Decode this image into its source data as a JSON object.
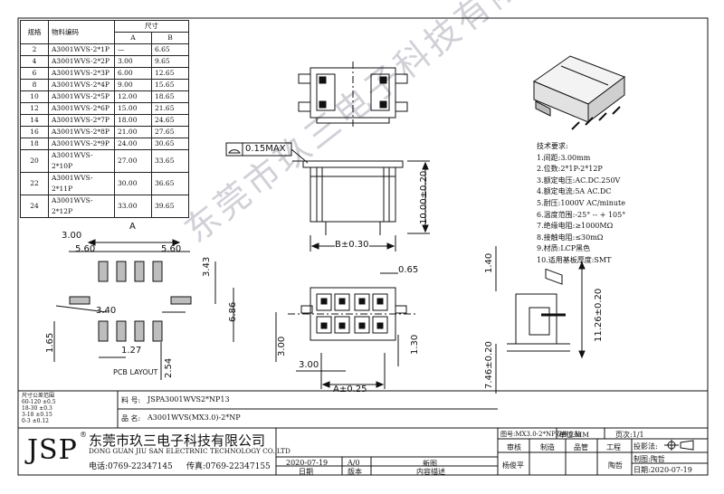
{
  "spec_table": {
    "header": {
      "col1": "规格",
      "col2": "物料编码",
      "col3": "尺寸",
      "dimA": "A",
      "dimB": "B"
    },
    "rows": [
      {
        "spec": "2",
        "code": "A3001WVS-2*1P",
        "a": "—",
        "b": "6.65"
      },
      {
        "spec": "4",
        "code": "A3001WVS-2*2P",
        "a": "3.00",
        "b": "9.65"
      },
      {
        "spec": "6",
        "code": "A3001WVS-2*3P",
        "a": "6.00",
        "b": "12.65"
      },
      {
        "spec": "8",
        "code": "A3001WVS-2*4P",
        "a": "9.00",
        "b": "15.65"
      },
      {
        "spec": "10",
        "code": "A3001WVS-2*5P",
        "a": "12.00",
        "b": "18.65"
      },
      {
        "spec": "12",
        "code": "A3001WVS-2*6P",
        "a": "15.00",
        "b": "21.65"
      },
      {
        "spec": "14",
        "code": "A3001WVS-2*7P",
        "a": "18.00",
        "b": "24.65"
      },
      {
        "spec": "16",
        "code": "A3001WVS-2*8P",
        "a": "21.00",
        "b": "27.65"
      },
      {
        "spec": "18",
        "code": "A3001WVS-2*9P",
        "a": "24.00",
        "b": "30.65"
      },
      {
        "spec": "20",
        "code": "A3001WVS-2*10P",
        "a": "27.00",
        "b": "33.65"
      },
      {
        "spec": "22",
        "code": "A3001WVS-2*11P",
        "a": "30.00",
        "b": "36.65"
      },
      {
        "spec": "24",
        "code": "A3001WVS-2*12P",
        "a": "33.00",
        "b": "39.65"
      }
    ]
  },
  "requirements": {
    "title": "技术要求:",
    "items": [
      "1.间距:3.00mm",
      "2.位数:2*1P-2*12P",
      "3.额定电压:AC.DC.250V",
      "4.额定电流:5A AC.DC",
      "5.耐压:1000V AC/minute",
      "6.温度范围:-25° -- + 105°",
      "7.绝缘电阻:≥1000MΩ",
      "8.接触电阻:≤30mΩ",
      "9.材质:LCP黑色",
      "10.适用基板厚度:SMT"
    ]
  },
  "dims": {
    "flatness": "0.15MAX",
    "b_tol": "B±0.30",
    "height": "10.00±0.20",
    "a_label": "A",
    "d300": "3.00",
    "d560a": "5.60",
    "d560b": "5.60",
    "d343": "3.43",
    "d340": "3.40",
    "d686": "6.86",
    "d165": "1.65",
    "d127": "1.27",
    "d254": "2.54",
    "pcb": "PCB LAYOUT",
    "d065": "0.65",
    "d300v": "3.00",
    "d130": "1.30",
    "d300h": "3.00",
    "a_tol": "A±0.25",
    "d140": "1.40",
    "d1126": "11.26±0.20",
    "d746": "7.46±0.20"
  },
  "watermark": "东莞市玖三电子科技有限公司",
  "title_block": {
    "tolerance_title": "尺寸公差范围",
    "tolerances": [
      "60-120  ±0.5",
      "18-30   ±0.3",
      "3-18    ±0.15",
      "0-3     ±0.12"
    ],
    "part_label": "料  号:",
    "part_no": "JSPA3001WVS2*NP13",
    "name_label": "品  名:",
    "name": "A3001WVS(MX3.0)-2*NP",
    "logo": "JSP",
    "company_cn": "东莞市玖三电子科技有限公司",
    "company_en": "DONG GUAN JIU SAN ELECTRNIC TECHNOLOGY CO.,LTD",
    "tel": "电话:0769-22347145",
    "fax": "传真:0769-22347155",
    "rev_date": "2020-07-19",
    "rev": "A/0",
    "rev_desc": "新图",
    "col_date": "日期",
    "col_ver": "版本",
    "col_desc": "内容描述",
    "fig_no": "图号:MX3.0-2*NP双排立贴",
    "unit": "单位:MM",
    "page": "页次:1/1",
    "review": "审核",
    "make": "制造",
    "qc": "品管",
    "eng": "工程",
    "proj": "投影法:",
    "reviewer": "杨俊平",
    "drafter_label": "制图:陶哲",
    "drafter": "陶哲",
    "date_label": "日期:2020-07-19"
  }
}
